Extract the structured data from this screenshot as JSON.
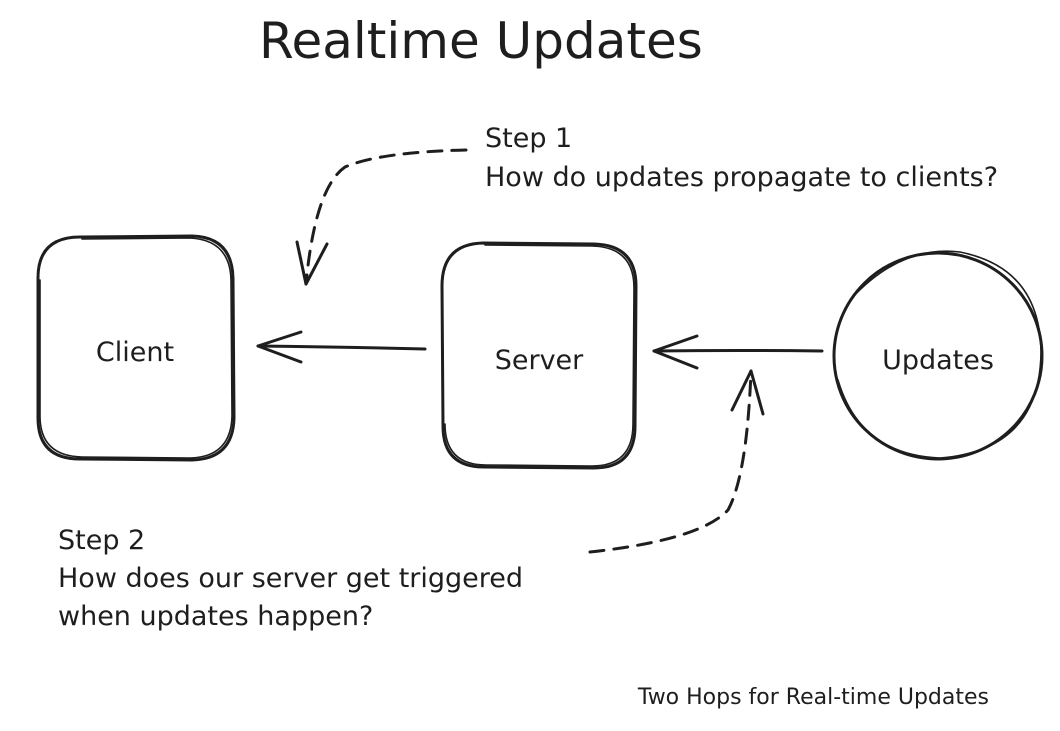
{
  "diagram": {
    "title": "Realtime Updates",
    "nodes": {
      "client": "Client",
      "server": "Server",
      "updates": "Updates"
    },
    "step1": {
      "heading": "Step 1",
      "text": "How do updates propagate to clients?"
    },
    "step2": {
      "heading": "Step 2",
      "line1": "How does our server get triggered",
      "line2": "when updates happen?"
    },
    "caption": "Two Hops for Real-time Updates"
  }
}
